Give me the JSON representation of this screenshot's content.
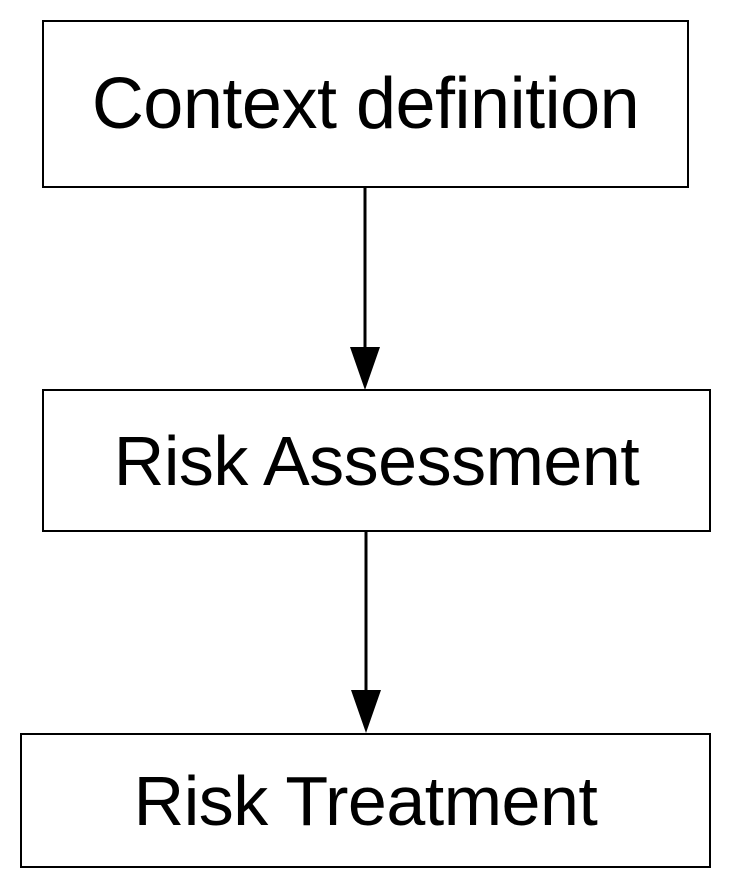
{
  "diagram": {
    "type": "flowchart",
    "background_color": "#ffffff",
    "stroke_color": "#000000",
    "text_color": "#000000",
    "nodes": [
      {
        "id": "context-definition",
        "label": "Context definition"
      },
      {
        "id": "risk-assessment",
        "label": "Risk Assessment"
      },
      {
        "id": "risk-treatment",
        "label": "Risk Treatment"
      }
    ],
    "edges": [
      {
        "from": "context-definition",
        "to": "risk-assessment",
        "direction": "down"
      },
      {
        "from": "risk-assessment",
        "to": "risk-treatment",
        "direction": "down"
      }
    ]
  }
}
